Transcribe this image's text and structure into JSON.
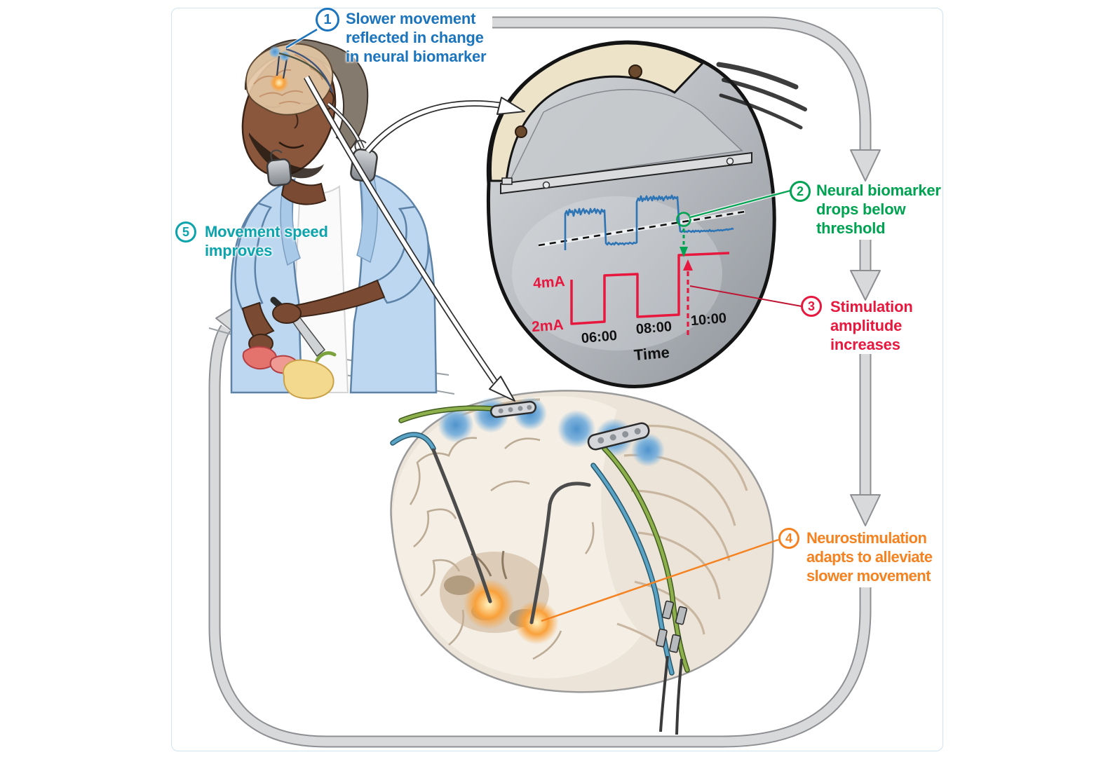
{
  "figure": {
    "background": "#ffffff",
    "frame_border_color": "#cfe4f0",
    "loop_band_fill": "#d8d9db",
    "loop_band_outline": "#8e8f93"
  },
  "steps": [
    {
      "num": "1",
      "color": "#1b74bc",
      "l1": "Slower movement",
      "l2": "reflected in change",
      "l3": "in neural biomarker"
    },
    {
      "num": "2",
      "color": "#00a351",
      "l1": "Neural biomarker",
      "l2": "drops below",
      "l3": "threshold"
    },
    {
      "num": "3",
      "color": "#e8173d",
      "l1": "Stimulation",
      "l2": "amplitude",
      "l3": "increases"
    },
    {
      "num": "4",
      "color": "#f58220",
      "l1": "Neurostimulation",
      "l2": "adapts to alleviate",
      "l3": "slower movement"
    },
    {
      "num": "5",
      "color": "#0ba3ac",
      "l1": "Movement speed",
      "l2": "improves"
    }
  ],
  "device_chart": {
    "type": "line",
    "xlabel": "Time",
    "x_ticks": [
      "06:00",
      "08:00",
      "10:00"
    ],
    "y_ticks": [
      "4mA",
      "2mA"
    ],
    "series": [
      {
        "name": "neural biomarker",
        "color": "#2e75b6",
        "description": "noisy trace with two high plateaus; drops below dashed threshold before 10:00 and stays low"
      },
      {
        "name": "stimulation amplitude",
        "color": "#e8173d",
        "units": "mA",
        "step_values": [
          2,
          4,
          2,
          5
        ],
        "description": "square wave alternating between 2mA and 4mA; steps above 4mA after biomarker drops"
      }
    ],
    "threshold": {
      "style": "dashed",
      "color": "#111111"
    },
    "event_marker": {
      "shape": "open-circle",
      "color": "#00a351"
    }
  },
  "illustrations": {
    "man": "man chopping red and yellow peppers, implanted chest neurostimulators, brain visible through scalp",
    "device": "implantable pulse generator with cream header, two lead ports, display of biomarker and stimulation traces",
    "brain": "coronal brain section with two cortical paddle electrodes, green and blue leads, two deep electrodes reaching orange-glowing targets"
  }
}
